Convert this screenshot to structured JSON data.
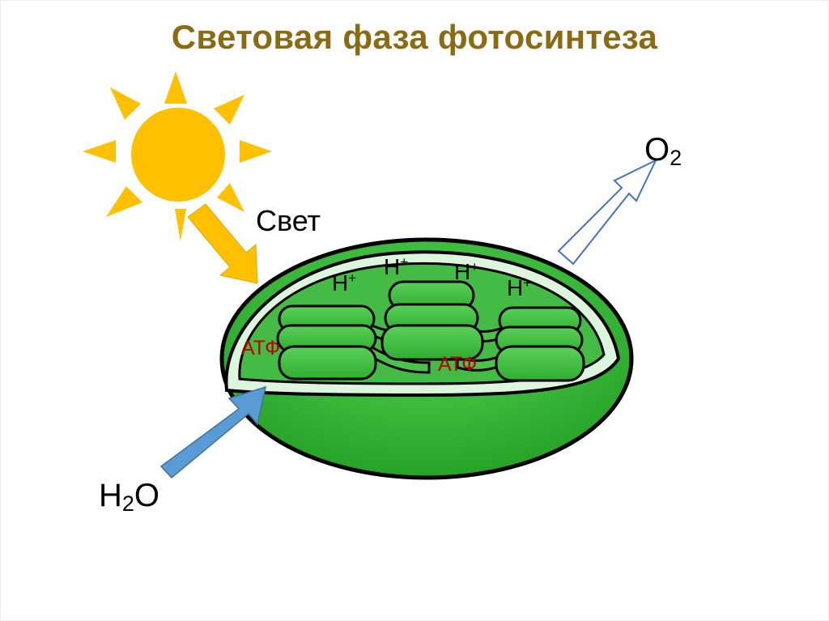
{
  "title": "Световая фаза фотосинтеза",
  "labels": {
    "light": "Свет",
    "o2_base": "O",
    "o2_sub": "2",
    "h2o_h": "H",
    "h2o_sub": "2",
    "h2o_o": "O",
    "h_plus_base": "H",
    "h_plus_sup": "+",
    "atp": "АТФ"
  },
  "colors": {
    "title": "#8B6A14",
    "sun": "#FFC000",
    "chloroplast_outer": "#27A327",
    "chloroplast_inner": "#DDF5DD",
    "stroma": "#5EC75E",
    "thylakoid": "#4CC04C",
    "light_arrow": "#FFC000",
    "water_arrow": "#5B9BD5",
    "oxygen_arrow_outline": "#4472C4",
    "atp_text": "#C00000"
  },
  "icons": [
    "sun-icon",
    "light-arrow",
    "water-arrow",
    "oxygen-arrow",
    "chloroplast"
  ]
}
